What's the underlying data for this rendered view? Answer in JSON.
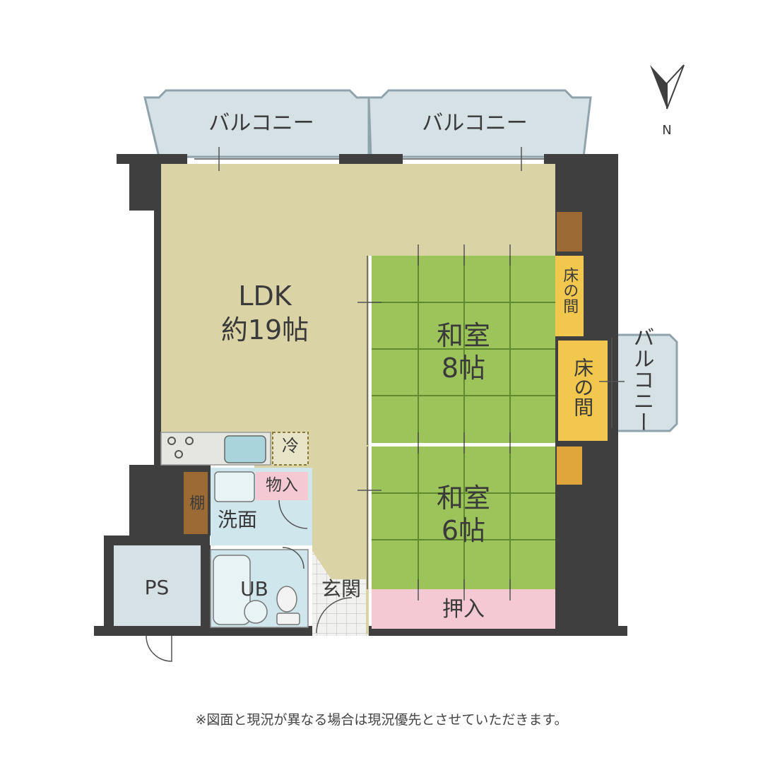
{
  "rooms": {
    "balcony_1": "バルコニー",
    "balcony_2": "バルコニー",
    "balcony_3": "バルコニー",
    "ldk_name": "LDK",
    "ldk_size": "約19帖",
    "washitsu8_name": "和室",
    "washitsu8_size": "8帖",
    "washitsu6_name": "和室",
    "washitsu6_size": "6帖",
    "tokonoma_1": "床の間",
    "tokonoma_2": "床の間",
    "fridge": "冷",
    "storage_small": "物入",
    "shelf": "棚",
    "washroom": "洗面",
    "bathroom": "UB",
    "entrance": "玄関",
    "closet": "押入",
    "pipe_space": "PS"
  },
  "compass": {
    "label": "N"
  },
  "disclaimer": "※図面と現況が異なる場合は現況優先とさせていただきます。",
  "colors": {
    "wall": "#3f3f3f",
    "ldk_floor": "#d9d3a6",
    "tatami": "#9cc45a",
    "tokonoma": "#f2c74e",
    "closet": "#f4c9d4",
    "wet_area": "#cfe6ec",
    "balcony": "#d6e1e6",
    "wood": "#9b6a35"
  }
}
